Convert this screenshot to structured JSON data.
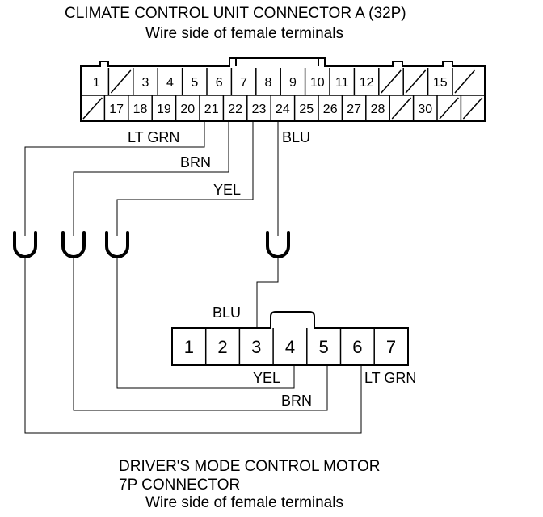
{
  "header": {
    "title": "CLIMATE CONTROL UNIT CONNECTOR A (32P)",
    "subtitle": "Wire side of female terminals"
  },
  "connector_a": {
    "top_row": [
      "1",
      "",
      "3",
      "4",
      "5",
      "6",
      "7",
      "8",
      "9",
      "10",
      "11",
      "12",
      "",
      "",
      "15",
      ""
    ],
    "bottom_row": [
      "",
      "17",
      "18",
      "19",
      "20",
      "21",
      "22",
      "23",
      "24",
      "25",
      "26",
      "27",
      "28",
      "",
      "30",
      "",
      ""
    ]
  },
  "connector_b": {
    "pins": [
      "1",
      "2",
      "3",
      "4",
      "5",
      "6",
      "7"
    ]
  },
  "wire_labels": {
    "a_lt_grn": "LT GRN",
    "a_brn": "BRN",
    "a_yel": "YEL",
    "a_blu": "BLU",
    "b_blu": "BLU",
    "b_yel": "YEL",
    "b_brn": "BRN",
    "b_lt_grn": "LT GRN"
  },
  "footer": {
    "line1": "DRIVER'S MODE CONTROL MOTOR",
    "line2": "7P CONNECTOR",
    "line3": "Wire side of female terminals"
  }
}
